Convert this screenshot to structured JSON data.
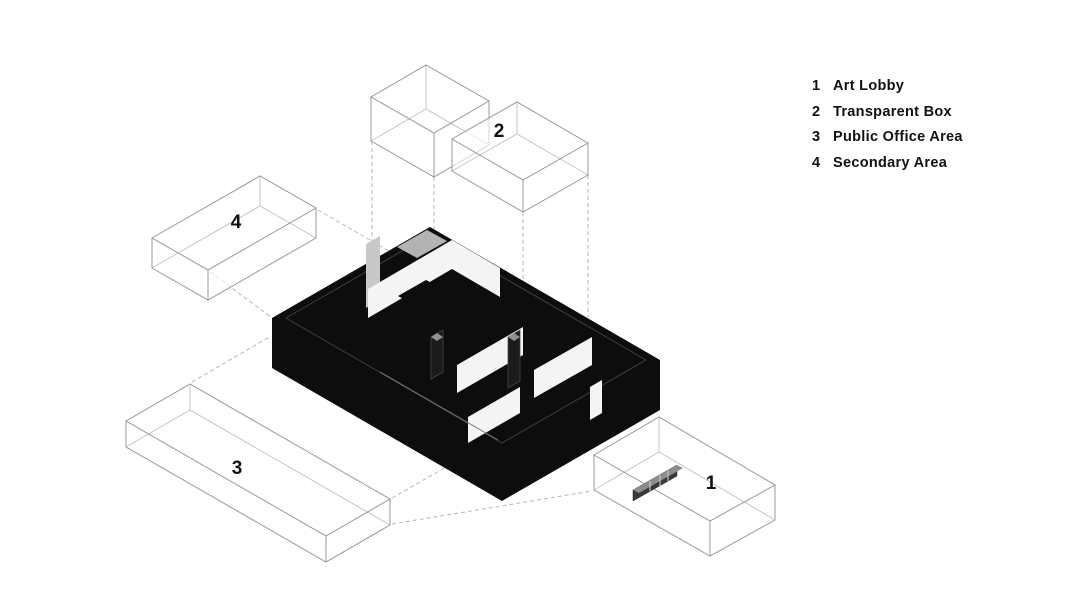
{
  "legend": {
    "items": [
      {
        "num": "1",
        "label": "Art Lobby"
      },
      {
        "num": "2",
        "label": "Transparent Box"
      },
      {
        "num": "3",
        "label": "Public Office Area"
      },
      {
        "num": "4",
        "label": "Secondary Area"
      }
    ]
  },
  "diagram": {
    "labels": {
      "box1": "1",
      "box2": "2",
      "box3": "3",
      "box4": "4"
    },
    "colors": {
      "mass_black": "#0d0d0d",
      "wireframe_gray": "#989898",
      "dashed_gray": "#b5b5b5",
      "partition_white": "#f4f4f4",
      "text": "#111111",
      "background": "#ffffff"
    }
  }
}
